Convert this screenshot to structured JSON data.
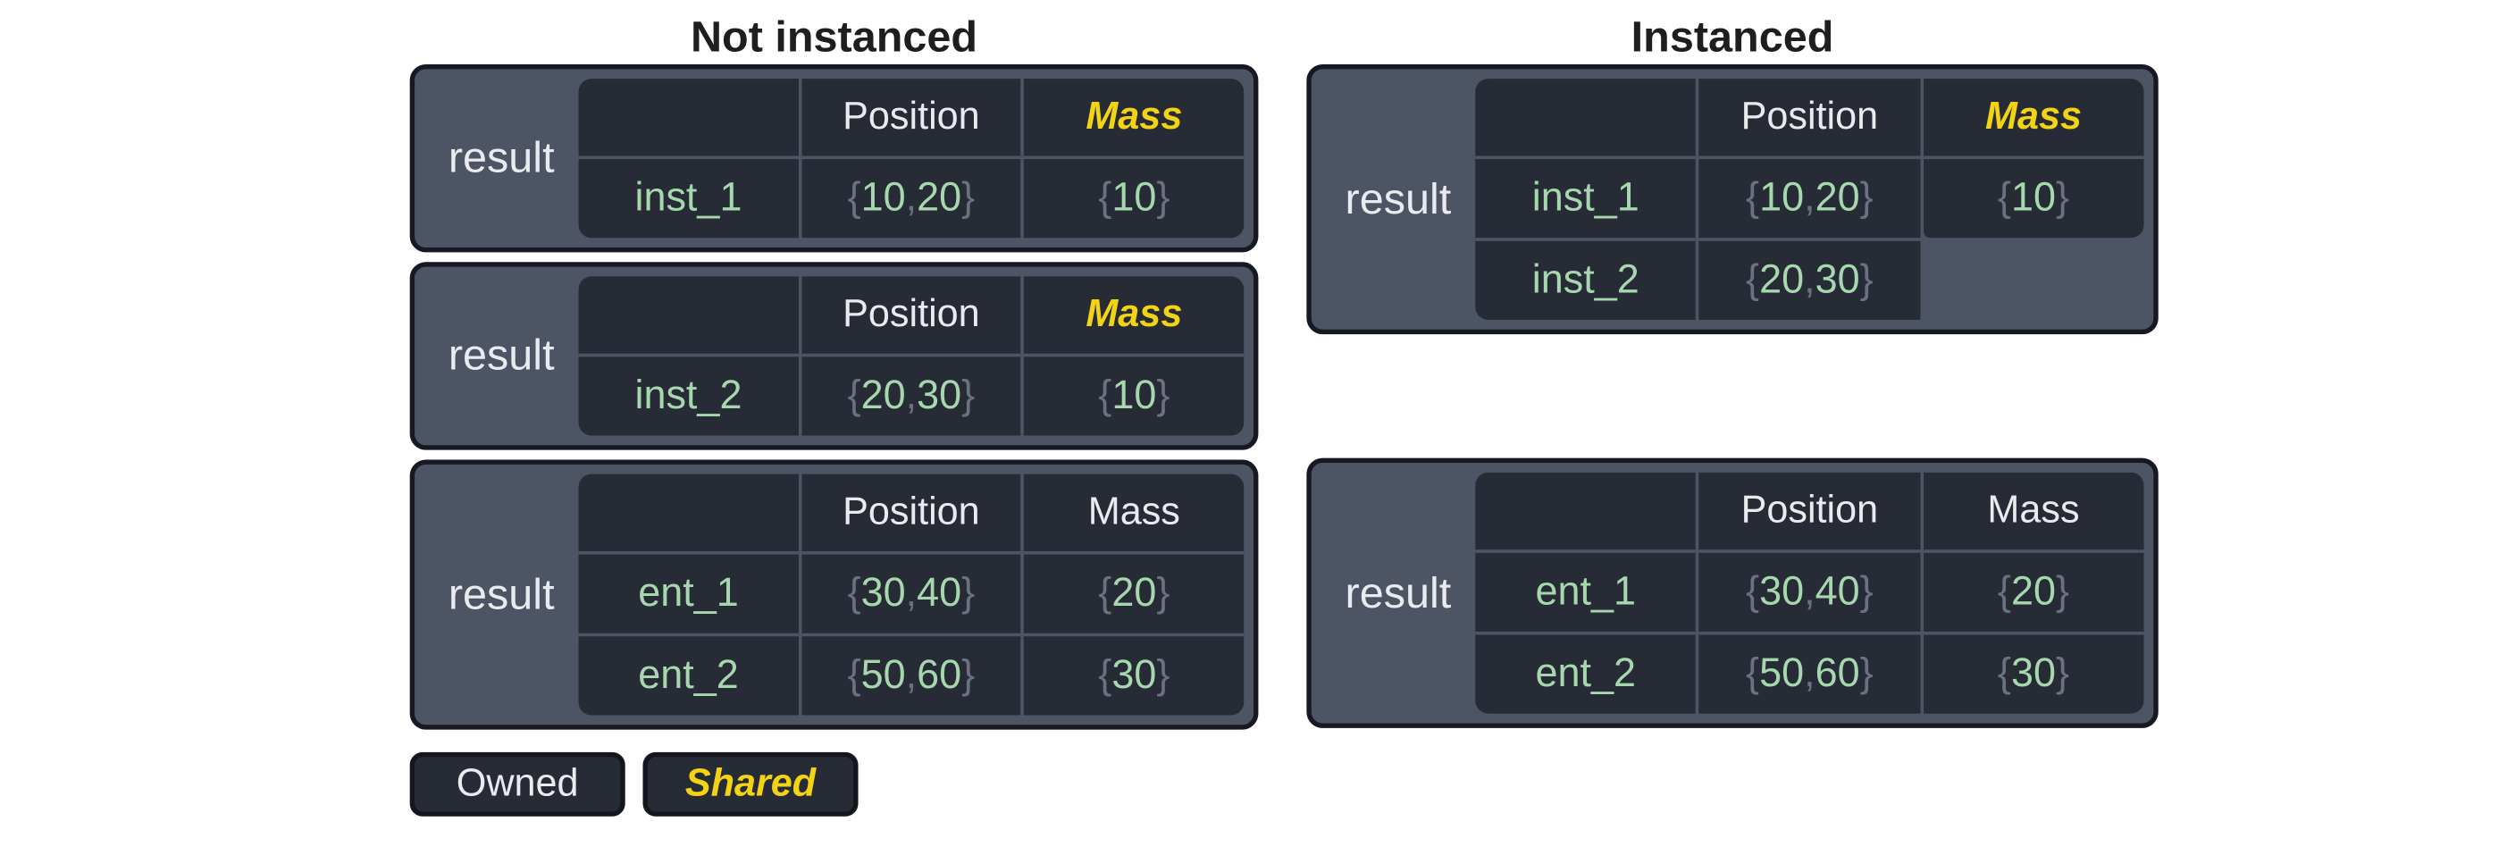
{
  "sections": [
    {
      "title": "Not instanced",
      "tables": [
        {
          "label": "result",
          "columns": [
            {
              "header": "",
              "style": "owned",
              "values": [
                "inst_1"
              ]
            },
            {
              "header": "Position",
              "style": "owned",
              "values": [
                "{10, 20}"
              ]
            },
            {
              "header": "Mass",
              "style": "shared",
              "values": [
                "{10}"
              ]
            }
          ]
        },
        {
          "label": "result",
          "columns": [
            {
              "header": "",
              "style": "owned",
              "values": [
                "inst_2"
              ]
            },
            {
              "header": "Position",
              "style": "owned",
              "values": [
                "{20, 30}"
              ]
            },
            {
              "header": "Mass",
              "style": "shared",
              "values": [
                "{10}"
              ]
            }
          ]
        },
        {
          "label": "result",
          "columns": [
            {
              "header": "",
              "style": "owned",
              "values": [
                "ent_1",
                "ent_2"
              ]
            },
            {
              "header": "Position",
              "style": "owned",
              "values": [
                "{30, 40}",
                "{50, 60}"
              ]
            },
            {
              "header": "Mass",
              "style": "owned",
              "values": [
                "{20}",
                "{30}"
              ]
            }
          ]
        }
      ],
      "legend": [
        {
          "label": "Owned",
          "style": "owned"
        },
        {
          "label": "Shared",
          "style": "shared"
        }
      ]
    },
    {
      "title": "Instanced",
      "tables": [
        {
          "label": "result",
          "columns": [
            {
              "header": "",
              "style": "owned",
              "values": [
                "inst_1",
                "inst_2"
              ]
            },
            {
              "header": "Position",
              "style": "owned",
              "values": [
                "{10, 20}",
                "{20, 30}"
              ]
            },
            {
              "header": "Mass",
              "style": "shared",
              "values": [
                "{10}"
              ],
              "short": true
            }
          ]
        },
        {
          "label": "result",
          "columns": [
            {
              "header": "",
              "style": "owned",
              "values": [
                "ent_1",
                "ent_2"
              ]
            },
            {
              "header": "Position",
              "style": "owned",
              "values": [
                "{30, 40}",
                "{50, 60}"
              ]
            },
            {
              "header": "Mass",
              "style": "owned",
              "values": [
                "{20}",
                "{30}"
              ]
            }
          ]
        }
      ]
    }
  ],
  "colors": {
    "page_bg": "#ffffff",
    "box_bg": "#4d5565",
    "box_border": "#161923",
    "cell_bg": "#262b35",
    "divider": "#4d5565",
    "text_light": "#e9ebee",
    "value_green": "#a7d7ae",
    "punct_gray": "#6a7180",
    "shared_yellow": "#f2d414",
    "title_text": "#1e1e1e"
  }
}
